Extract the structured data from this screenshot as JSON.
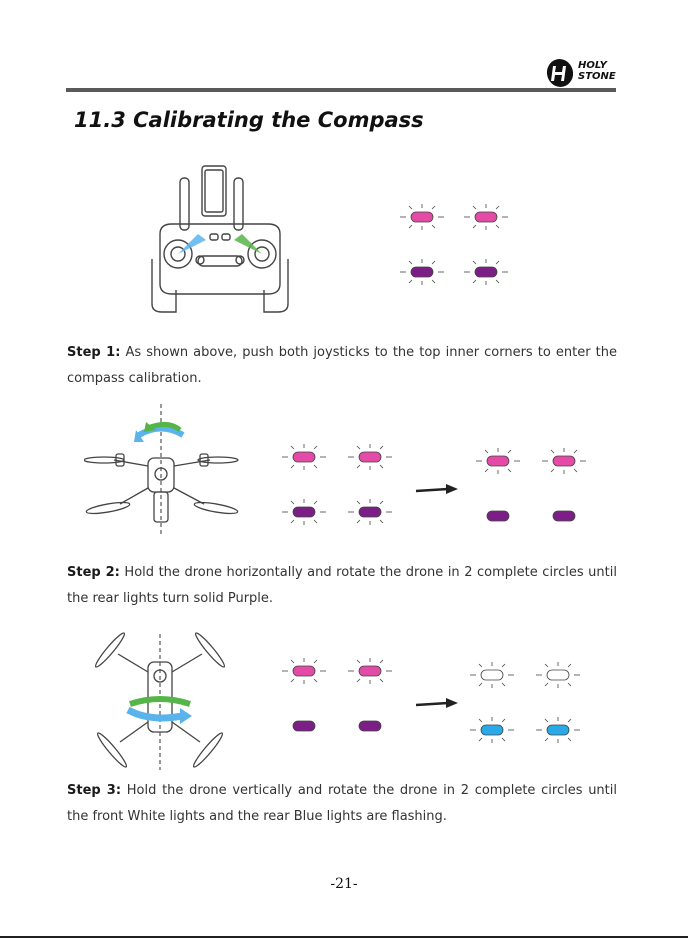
{
  "header": {
    "brand_line1": "HOLY",
    "brand_line2": "STONE",
    "logo_icon": "holystone-h-logo"
  },
  "section": {
    "title": "11.3 Calibrating the Compass"
  },
  "colors": {
    "pink": "#e44ba7",
    "purple": "#7b1f86",
    "blue": "#29a9e8",
    "white": "#ffffff",
    "arrow_blue": "#5ab4ec",
    "arrow_green": "#55b548"
  },
  "steps": [
    {
      "label": "Step 1:",
      "text": " As shown above, push both joysticks to the top inner corners to enter the compass calibration.",
      "figure": "remote-controller",
      "lights_before": {
        "front": "pink-flashing",
        "rear": "purple-flashing"
      }
    },
    {
      "label": "Step 2:",
      "text": " Hold the drone horizontally and rotate the drone in 2 complete circles until the rear lights turn solid Purple.",
      "figure": "drone-horizontal-rotation",
      "lights_before": {
        "front": "pink-flashing",
        "rear": "purple-flashing"
      },
      "lights_after": {
        "front": "pink-flashing",
        "rear": "purple-solid"
      }
    },
    {
      "label": "Step 3:",
      "text": " Hold the drone vertically and rotate the drone in 2 complete circles until the front White lights and the rear Blue lights are flashing.",
      "figure": "drone-vertical-rotation",
      "lights_before": {
        "front": "pink-flashing",
        "rear": "purple-solid"
      },
      "lights_after": {
        "front": "white-flashing",
        "rear": "blue-flashing"
      }
    }
  ],
  "footer": {
    "page_number": "-21-"
  }
}
